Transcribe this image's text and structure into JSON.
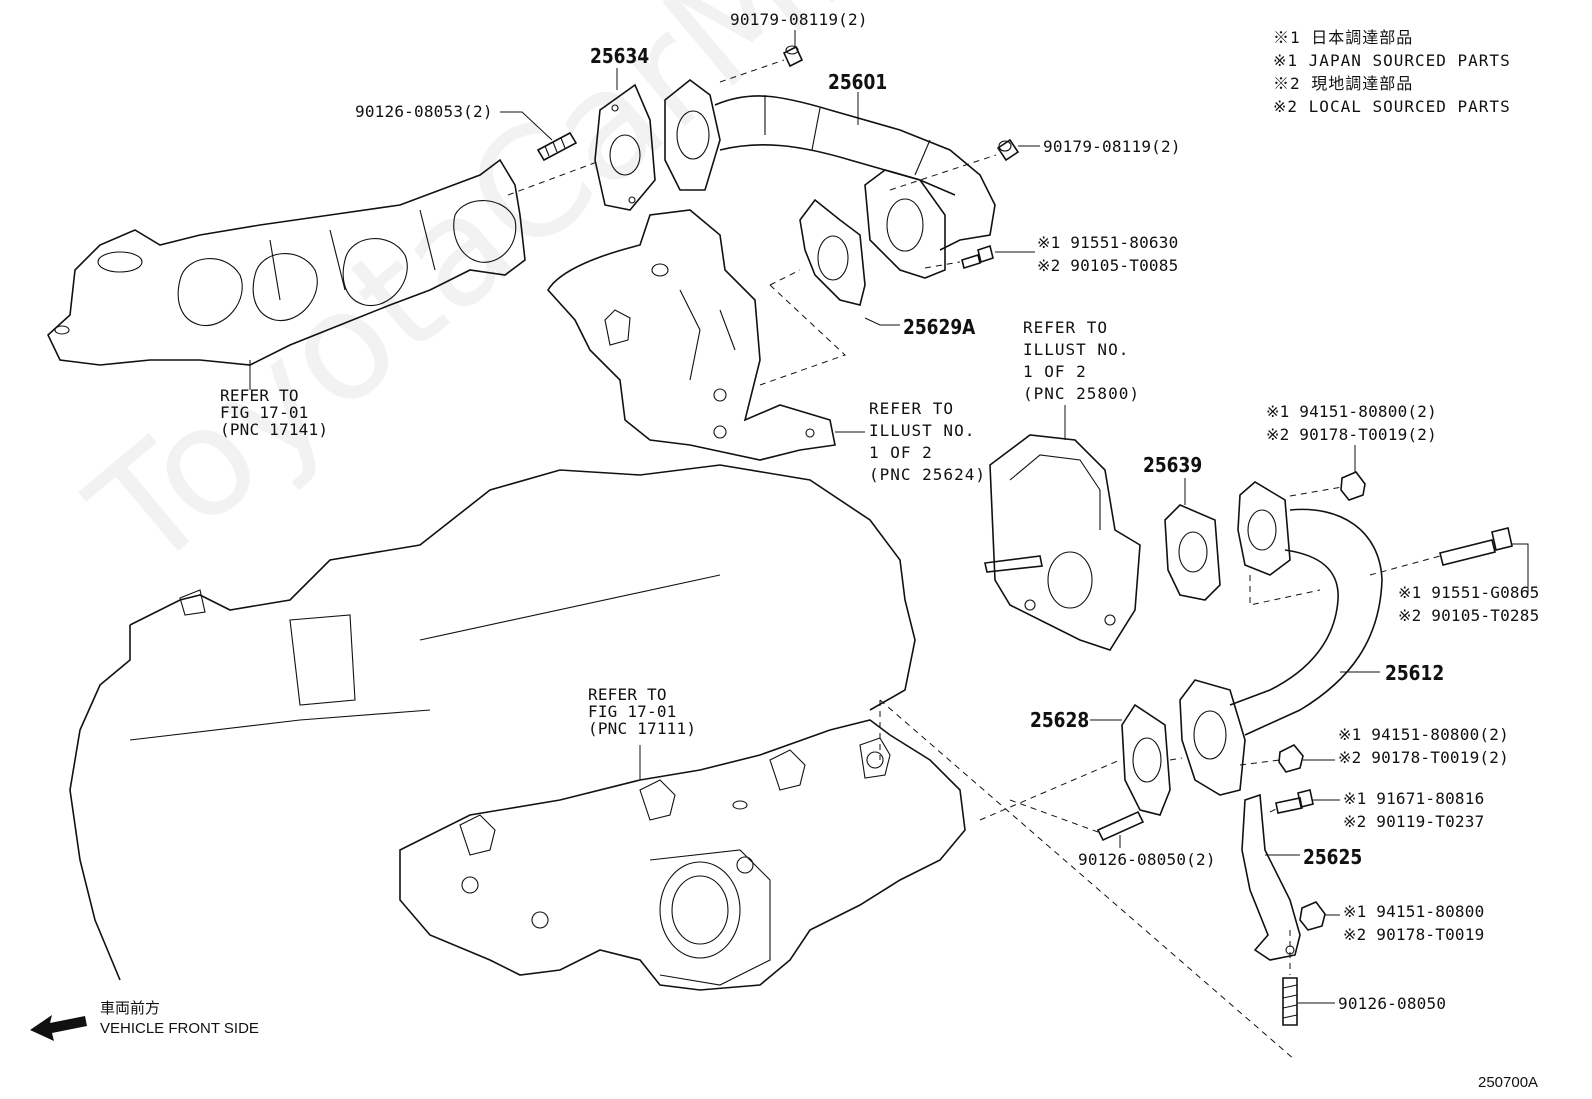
{
  "notes": {
    "line1": "※1 日本調達部品",
    "line2": "※1 JAPAN SOURCED PARTS",
    "line3": "※2 現地調達部品",
    "line4": "※2 LOCAL SOURCED PARTS"
  },
  "watermark": "ToyotaCarMine.ru",
  "labels": {
    "l_90179_top": "90179-08119(2)",
    "p_25634": "25634",
    "l_90126_08053": "90126-08053(2)",
    "p_25601": "25601",
    "l_90179_right": "90179-08119(2)",
    "l_91551_80630": "※1 91551-80630",
    "l_90105_t0085": "※2 90105-T0085",
    "p_25629a": "25629A",
    "ref_fig_17141": "REFER TO\nFIG 17-01\n(PNC 17141)",
    "ref_illust_25800": "REFER TO\nILLUST NO.\n1 OF 2\n(PNC 25800)",
    "ref_illust_25624": "REFER TO\nILLUST NO.\n1 OF 2\n(PNC 25624)",
    "l_94151_80800_2a": "※1 94151-80800(2)",
    "l_90178_t0019_2a": "※2 90178-T0019(2)",
    "p_25639": "25639",
    "l_91551_g0865": "※1 91551-G0865",
    "l_90105_t0285": "※2 90105-T0285",
    "p_25612": "25612",
    "ref_fig_17111": "REFER TO\nFIG 17-01\n(PNC 17111)",
    "p_25628": "25628",
    "l_94151_80800_2b": "※1 94151-80800(2)",
    "l_90178_t0019_2b": "※2 90178-T0019(2)",
    "l_91671_80816": "※1 91671-80816",
    "l_90119_t0237": "※2 90119-T0237",
    "p_25625": "25625",
    "l_90126_08050_2": "90126-08050(2)",
    "l_94151_80800": "※1 94151-80800",
    "l_90178_t0019": "※2 90178-T0019",
    "l_90126_08050": "90126-08050",
    "front_jp": "車両前方",
    "front_en": "VEHICLE FRONT SIDE",
    "fig_code": "250700A"
  }
}
